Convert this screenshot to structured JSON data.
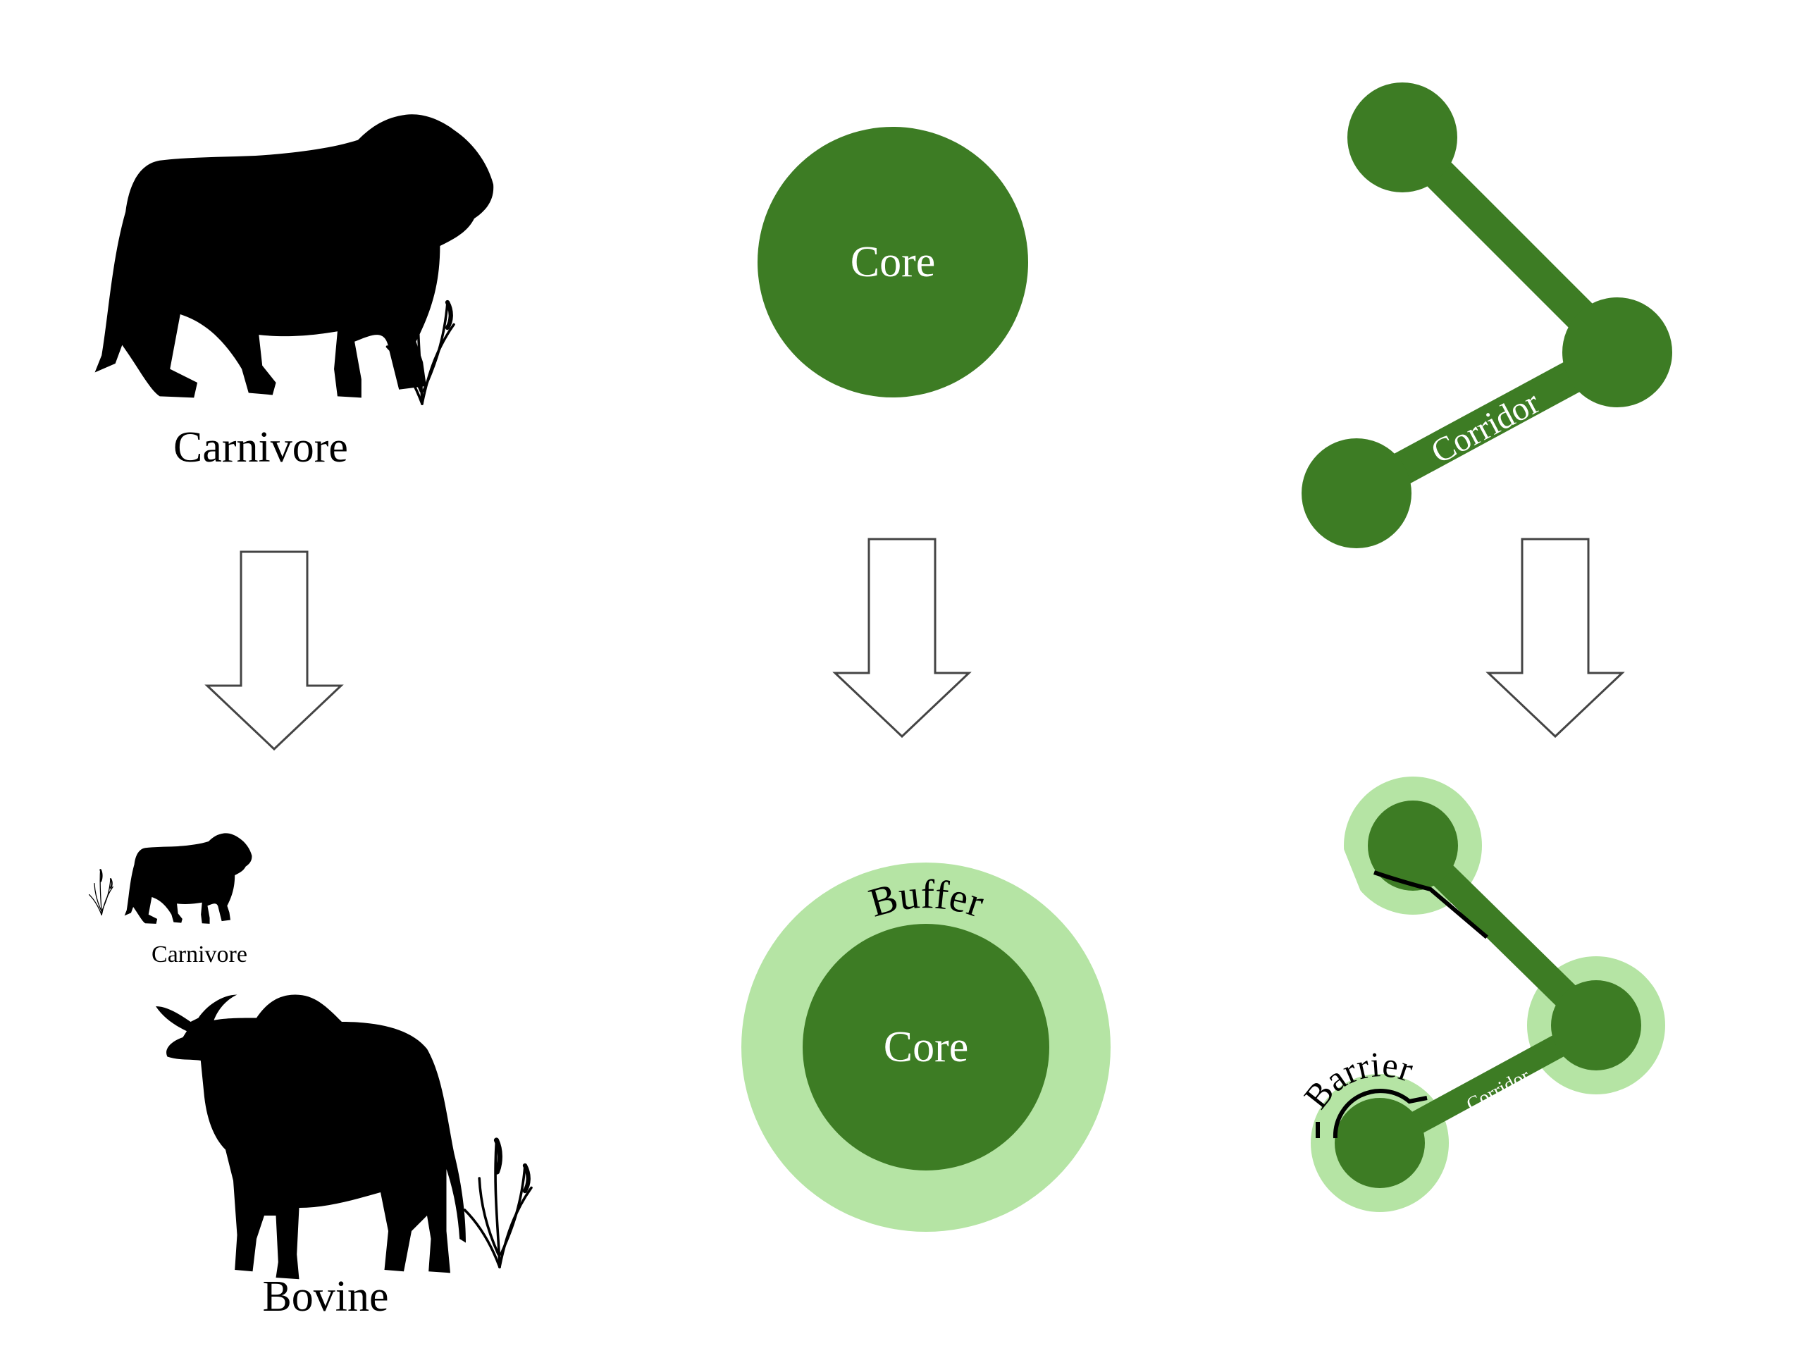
{
  "colors": {
    "core": "#3d7c24",
    "buffer": "#b5e4a4",
    "silhouette": "#000000",
    "arrow_stroke": "#444444",
    "arrow_fill": "#ffffff",
    "label_light": "#ffffff",
    "label_dark": "#000000"
  },
  "icons": [
    "lion-silhouette-icon",
    "bull-silhouette-icon",
    "grass-icon",
    "down-arrow-icon"
  ],
  "labels": {
    "carnivore_top": "Carnivore",
    "carnivore_small": "Carnivore",
    "bovine": "Bovine",
    "core_top": "Core",
    "core_bottom": "Core",
    "buffer": "Buffer",
    "corridor_top": "Corridor",
    "corridor_bottom": "Corridor",
    "barrier": "Barrier"
  }
}
